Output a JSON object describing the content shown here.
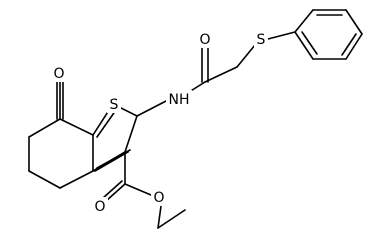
{
  "molecule": {
    "atom_labels": {
      "ketone_oxygen": "O",
      "thiophene_sulfur": "S",
      "amide_oxygen": "O",
      "thioether_sulfur": "S",
      "amide_nitrogen": "NH",
      "ester_carbonyl_oxygen": "O",
      "ester_ether_oxygen": "O"
    }
  }
}
